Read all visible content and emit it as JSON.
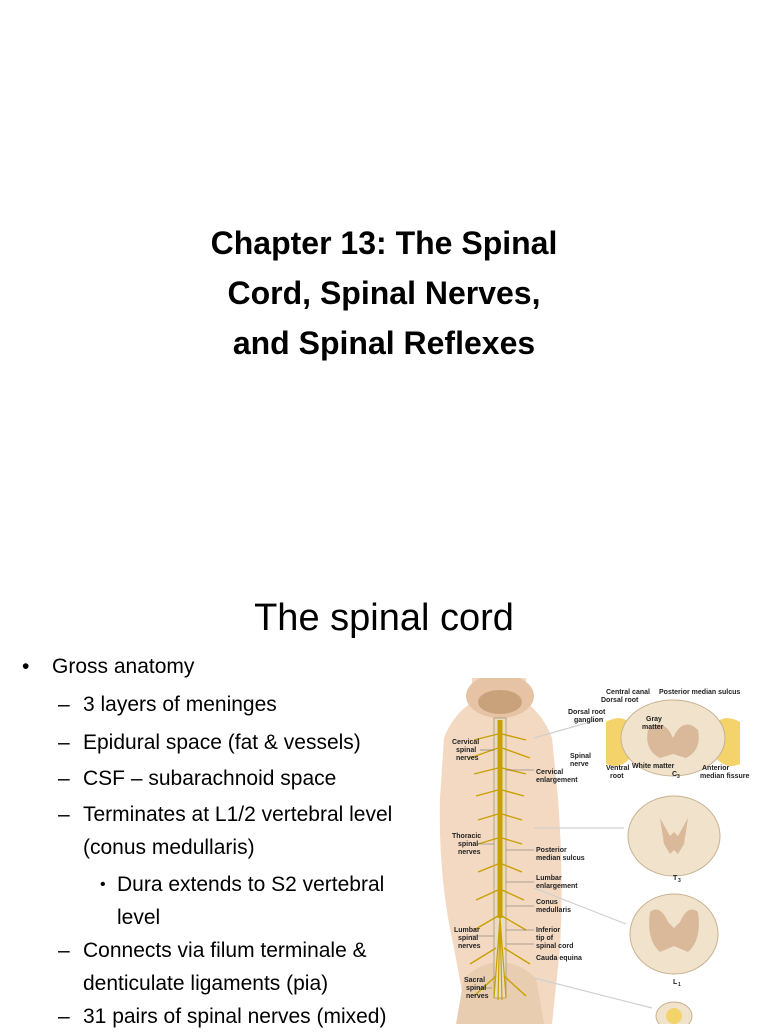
{
  "slide1": {
    "title_lines": [
      "Chapter 13: The Spinal",
      "Cord, Spinal Nerves,",
      "and Spinal Reflexes"
    ]
  },
  "slide2": {
    "title": "The spinal cord",
    "bullets": [
      {
        "marker": "•",
        "text": "Gross anatomy"
      },
      {
        "marker": "–",
        "text": "3 layers of meninges"
      },
      {
        "marker": "–",
        "text": "Epidural space (fat & vessels)"
      },
      {
        "marker": "–",
        "text": "CSF – subarachnoid space"
      },
      {
        "marker": "–",
        "text": "Terminates at L1/2 vertebral level (conus medullaris)"
      },
      {
        "marker": "•",
        "text": "Dura extends to S2 vertebral level"
      },
      {
        "marker": "–",
        "text": "Connects via filum terminale & denticulate ligaments (pia)"
      },
      {
        "marker": "–",
        "text": "31 pairs of spinal nerves  (mixed)"
      }
    ],
    "figure_labels": {
      "central_canal": "Central canal",
      "posterior_median_sulcus_top": "Posterior median sulcus",
      "dorsal_root": "Dorsal root",
      "dorsal_root_ganglion": [
        "Dorsal root",
        "ganglion"
      ],
      "gray_matter": [
        "Gray",
        "matter"
      ],
      "spinal_nerve": [
        "Spinal",
        "nerve"
      ],
      "white_matter": "White matter",
      "ventral_root": [
        "Ventral",
        "root"
      ],
      "c3": "C",
      "c3_sub": "3",
      "anterior_median_fissure": [
        "Anterior",
        "median fissure"
      ],
      "cervical_spinal_nerves": [
        "Cervical",
        "spinal",
        "nerves"
      ],
      "cervical_enlargement": [
        "Cervical",
        "enlargement"
      ],
      "thoracic_spinal_nerves": [
        "Thoracic",
        "spinal",
        "nerves"
      ],
      "posterior_median_sulcus": [
        "Posterior",
        "median sulcus"
      ],
      "lumbar_enlargement": [
        "Lumbar",
        "enlargement"
      ],
      "t3": "T",
      "t3_sub": "3",
      "conus_medullaris": [
        "Conus",
        "medullaris"
      ],
      "lumbar_spinal_nerves": [
        "Lumbar",
        "spinal",
        "nerves"
      ],
      "inferior_tip": [
        "Inferior",
        "tip of",
        "spinal cord"
      ],
      "cauda_equina": "Cauda equina",
      "l1": "L",
      "l1_sub": "1",
      "sacral_spinal_nerves": [
        "Sacral",
        "spinal",
        "nerves"
      ]
    }
  }
}
